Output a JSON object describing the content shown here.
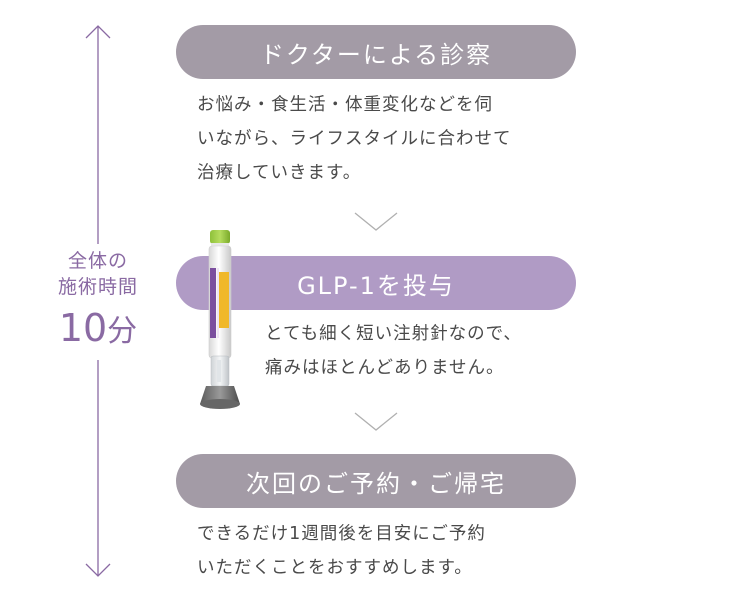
{
  "timeline": {
    "total_line1": "全体の",
    "total_line2": "施術時間",
    "total_minutes": "10",
    "total_unit": "分",
    "accent_color": "#8a6aa3"
  },
  "steps": [
    {
      "title": "ドクターによる診察",
      "color": "#a39ba6",
      "lines": [
        "お悩み・食生活・体重変化などを伺",
        "いながら、ライフスタイルに合わせて",
        "治療していきます。"
      ]
    },
    {
      "title": "GLP-1を投与",
      "color": "#b09bc5",
      "lines": [
        "とても細く短い注射針なので、",
        "痛みはほとんどありません。"
      ]
    },
    {
      "title": "次回のご予約・ご帰宅",
      "color": "#a39ba6",
      "lines": [
        "できるだけ1週間後を目安にご予約",
        "いただくことをおすすめします。"
      ]
    }
  ]
}
